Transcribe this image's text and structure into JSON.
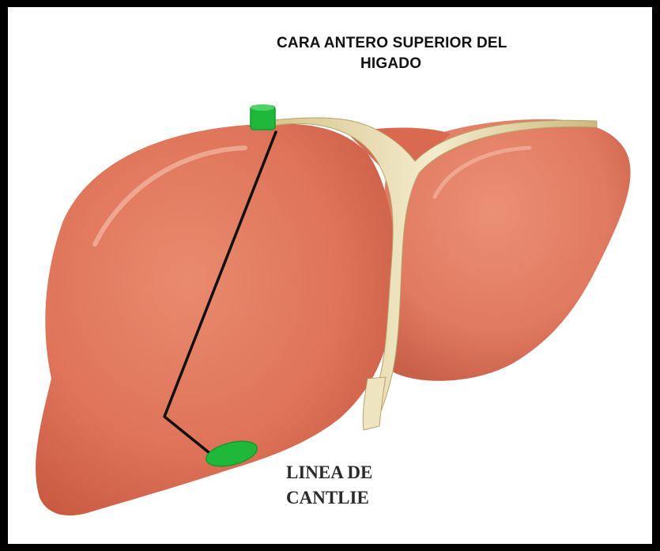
{
  "figure": {
    "title_line1": "CARA ANTERO SUPERIOR DEL",
    "title_line2": "HIGADO",
    "label_line1": "LINEA DE",
    "label_line2": "CANTLIE"
  },
  "colors": {
    "background": "#000000",
    "canvas": "#ffffff",
    "liver": "#e0785e",
    "liver_shadow": "#c55a42",
    "ligament": "#e8dcb0",
    "vein_marker": "#1fb83a",
    "cantlie_line": "#111111"
  }
}
